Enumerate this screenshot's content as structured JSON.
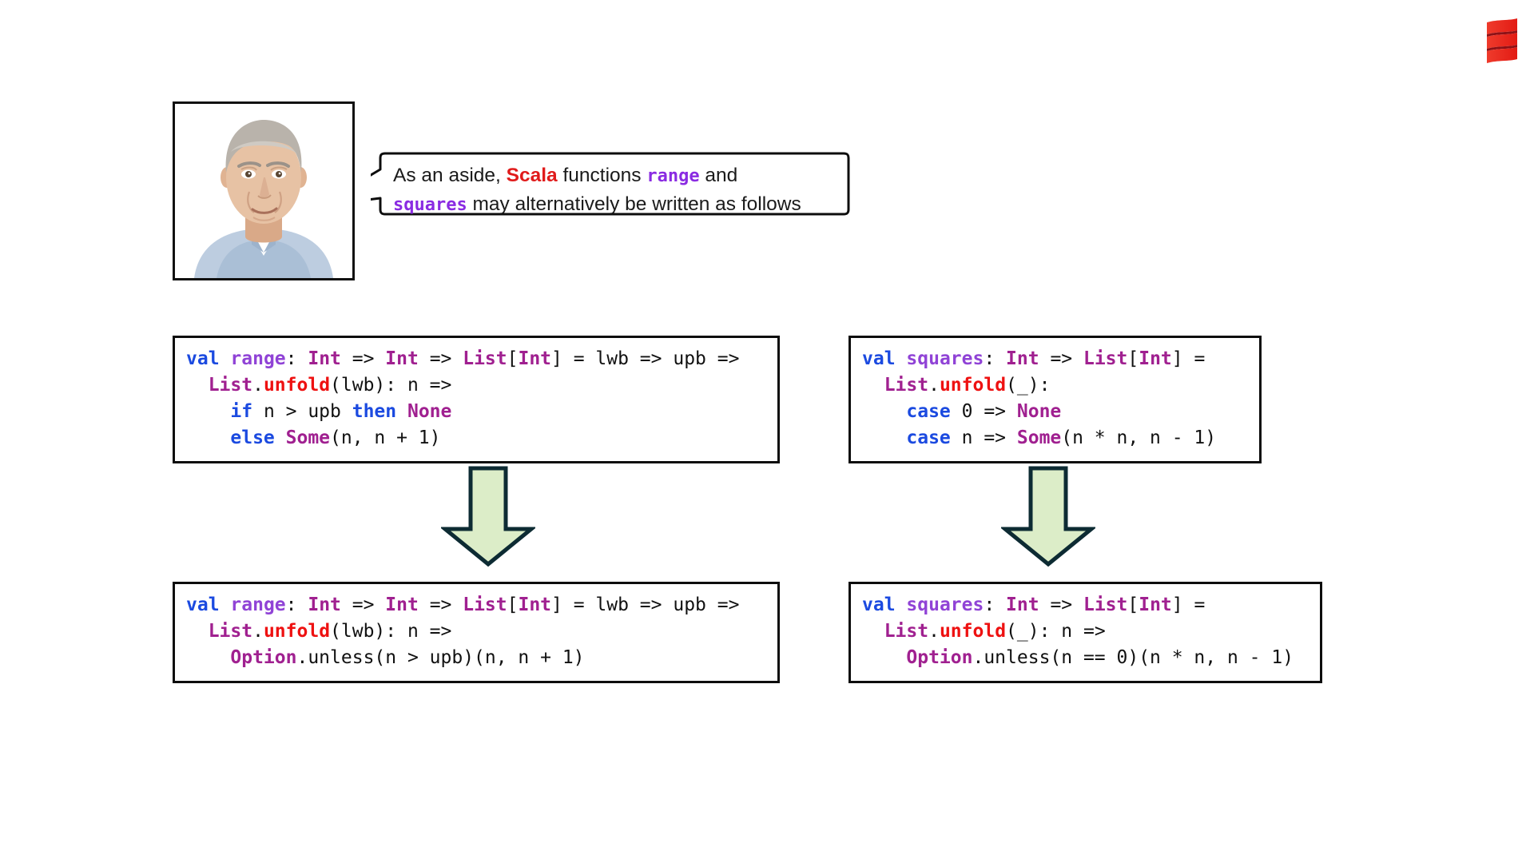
{
  "slide": {
    "background_color": "#ffffff",
    "logo": {
      "name": "scala-logo",
      "color": "#e8212a",
      "shadow_color": "#8f1116"
    },
    "presenter": {
      "alt": "presenter-portrait",
      "frame_color": "#111111",
      "hair_color": "#b9b3ab",
      "skin_color": "#e4bfa4",
      "shirt_color": "#bdcde0"
    },
    "speech_bubble": {
      "line1": [
        {
          "text": "As  an  aside,  ",
          "style": "plain"
        },
        {
          "text": "Scala",
          "style": "scala"
        },
        {
          "text": "  functions  ",
          "style": "plain"
        },
        {
          "text": "range",
          "style": "fnname"
        },
        {
          "text": "  and",
          "style": "plain"
        }
      ],
      "line2": [
        {
          "text": "squares",
          "style": "fnname"
        },
        {
          "text": " may alternatively be written as follows",
          "style": "plain"
        }
      ],
      "plain_text": "As an aside, Scala functions range and squares may alternatively be written as follows",
      "border_color": "#0d0d0d",
      "fill_color": "#ffffff"
    },
    "arrows": [
      {
        "name": "down-arrow-left",
        "fill": "#dcedc8",
        "stroke": "#0d2b33"
      },
      {
        "name": "down-arrow-right",
        "fill": "#dcedc8",
        "stroke": "#0d2b33"
      }
    ],
    "code_boxes": {
      "range_before": {
        "title": "range-before",
        "lines": [
          [
            {
              "t": "val",
              "c": "kw"
            },
            {
              "t": " ",
              "c": "pl"
            },
            {
              "t": "range",
              "c": "id"
            },
            {
              "t": ": ",
              "c": "pl"
            },
            {
              "t": "Int",
              "c": "ty"
            },
            {
              "t": " => ",
              "c": "pl"
            },
            {
              "t": "Int",
              "c": "ty"
            },
            {
              "t": " => ",
              "c": "pl"
            },
            {
              "t": "List",
              "c": "ty"
            },
            {
              "t": "[",
              "c": "pl"
            },
            {
              "t": "Int",
              "c": "ty"
            },
            {
              "t": "] = lwb => upb =>",
              "c": "pl"
            }
          ],
          [
            {
              "t": "  ",
              "c": "pl"
            },
            {
              "t": "List",
              "c": "ty"
            },
            {
              "t": ".",
              "c": "pl"
            },
            {
              "t": "unfold",
              "c": "fn"
            },
            {
              "t": "(lwb): n =>",
              "c": "pl"
            }
          ],
          [
            {
              "t": "    ",
              "c": "pl"
            },
            {
              "t": "if",
              "c": "kw"
            },
            {
              "t": " n > upb ",
              "c": "pl"
            },
            {
              "t": "then",
              "c": "kw"
            },
            {
              "t": " ",
              "c": "pl"
            },
            {
              "t": "None",
              "c": "ty"
            }
          ],
          [
            {
              "t": "    ",
              "c": "pl"
            },
            {
              "t": "else",
              "c": "kw"
            },
            {
              "t": " ",
              "c": "pl"
            },
            {
              "t": "Some",
              "c": "ty"
            },
            {
              "t": "(n, n + 1)",
              "c": "pl"
            }
          ]
        ],
        "plain_text": "val range: Int => Int => List[Int] = lwb => upb =>\n  List.unfold(lwb): n =>\n    if n > upb then None\n    else Some(n, n + 1)"
      },
      "squares_before": {
        "title": "squares-before",
        "lines": [
          [
            {
              "t": "val",
              "c": "kw"
            },
            {
              "t": " ",
              "c": "pl"
            },
            {
              "t": "squares",
              "c": "id"
            },
            {
              "t": ": ",
              "c": "pl"
            },
            {
              "t": "Int",
              "c": "ty"
            },
            {
              "t": " => ",
              "c": "pl"
            },
            {
              "t": "List",
              "c": "ty"
            },
            {
              "t": "[",
              "c": "pl"
            },
            {
              "t": "Int",
              "c": "ty"
            },
            {
              "t": "] =",
              "c": "pl"
            }
          ],
          [
            {
              "t": "  ",
              "c": "pl"
            },
            {
              "t": "List",
              "c": "ty"
            },
            {
              "t": ".",
              "c": "pl"
            },
            {
              "t": "unfold",
              "c": "fn"
            },
            {
              "t": "(_):",
              "c": "pl"
            }
          ],
          [
            {
              "t": "    ",
              "c": "pl"
            },
            {
              "t": "case",
              "c": "kw"
            },
            {
              "t": " 0 => ",
              "c": "pl"
            },
            {
              "t": "None",
              "c": "ty"
            }
          ],
          [
            {
              "t": "    ",
              "c": "pl"
            },
            {
              "t": "case",
              "c": "kw"
            },
            {
              "t": " n => ",
              "c": "pl"
            },
            {
              "t": "Some",
              "c": "ty"
            },
            {
              "t": "(n * n, n - 1)",
              "c": "pl"
            }
          ]
        ],
        "plain_text": "val squares: Int => List[Int] =\n  List.unfold(_):\n    case 0 => None\n    case n => Some(n * n, n - 1)"
      },
      "range_after": {
        "title": "range-after",
        "lines": [
          [
            {
              "t": "val",
              "c": "kw"
            },
            {
              "t": " ",
              "c": "pl"
            },
            {
              "t": "range",
              "c": "id"
            },
            {
              "t": ": ",
              "c": "pl"
            },
            {
              "t": "Int",
              "c": "ty"
            },
            {
              "t": " => ",
              "c": "pl"
            },
            {
              "t": "Int",
              "c": "ty"
            },
            {
              "t": " => ",
              "c": "pl"
            },
            {
              "t": "List",
              "c": "ty"
            },
            {
              "t": "[",
              "c": "pl"
            },
            {
              "t": "Int",
              "c": "ty"
            },
            {
              "t": "] = lwb => upb =>",
              "c": "pl"
            }
          ],
          [
            {
              "t": "  ",
              "c": "pl"
            },
            {
              "t": "List",
              "c": "ty"
            },
            {
              "t": ".",
              "c": "pl"
            },
            {
              "t": "unfold",
              "c": "fn"
            },
            {
              "t": "(lwb): n =>",
              "c": "pl"
            }
          ],
          [
            {
              "t": "    ",
              "c": "pl"
            },
            {
              "t": "Option",
              "c": "ty"
            },
            {
              "t": ".unless(n > upb)(n, n + 1)",
              "c": "pl"
            }
          ]
        ],
        "plain_text": "val range: Int => Int => List[Int] = lwb => upb =>\n  List.unfold(lwb): n =>\n    Option.unless(n > upb)(n, n + 1)"
      },
      "squares_after": {
        "title": "squares-after",
        "lines": [
          [
            {
              "t": "val",
              "c": "kw"
            },
            {
              "t": " ",
              "c": "pl"
            },
            {
              "t": "squares",
              "c": "id"
            },
            {
              "t": ": ",
              "c": "pl"
            },
            {
              "t": "Int",
              "c": "ty"
            },
            {
              "t": " => ",
              "c": "pl"
            },
            {
              "t": "List",
              "c": "ty"
            },
            {
              "t": "[",
              "c": "pl"
            },
            {
              "t": "Int",
              "c": "ty"
            },
            {
              "t": "] =",
              "c": "pl"
            }
          ],
          [
            {
              "t": "  ",
              "c": "pl"
            },
            {
              "t": "List",
              "c": "ty"
            },
            {
              "t": ".",
              "c": "pl"
            },
            {
              "t": "unfold",
              "c": "fn"
            },
            {
              "t": "(_): n =>",
              "c": "pl"
            }
          ],
          [
            {
              "t": "    ",
              "c": "pl"
            },
            {
              "t": "Option",
              "c": "ty"
            },
            {
              "t": ".unless(n == 0)(n * n, n - 1)",
              "c": "pl"
            }
          ]
        ],
        "plain_text": "val squares: Int => List[Int] =\n  List.unfold(_): n =>\n    Option.unless(n == 0)(n * n, n - 1)"
      }
    },
    "colors": {
      "keyword": "#1b4ae0",
      "identifier": "#9043d6",
      "type": "#a02090",
      "function": "#ee1111",
      "plain": "#111111",
      "scala_red": "#e01b1b",
      "arrow_fill": "#dcedc8",
      "arrow_stroke": "#0d2b33",
      "box_border": "#0d0d0d"
    }
  }
}
